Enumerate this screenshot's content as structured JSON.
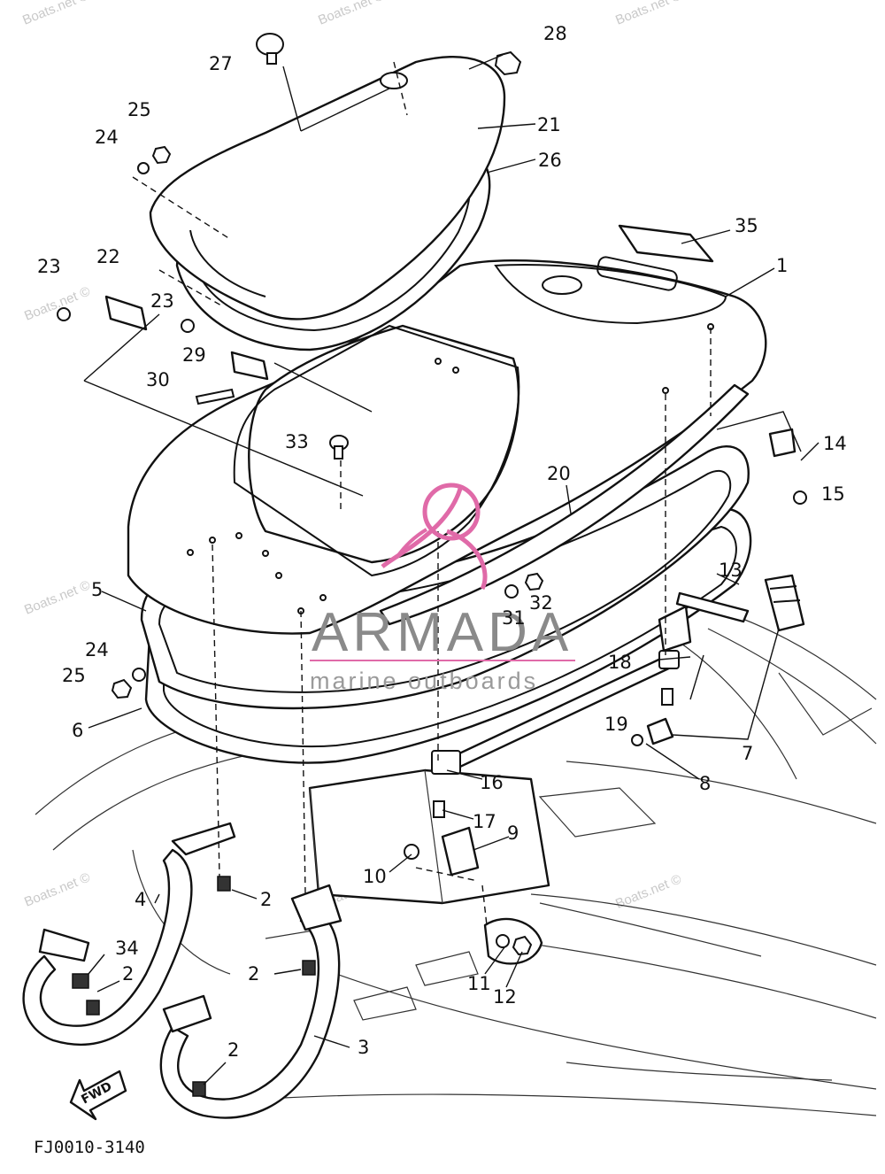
{
  "diagram": {
    "code": "FJ0010-3140",
    "fwd_label": "FWD",
    "watermark_text": "Boats.net ©",
    "logo_name": "ARMADA",
    "logo_tagline": "marine outboards",
    "colors": {
      "line": "#111111",
      "logo_pink": "#e06aa8",
      "logo_gray": "#8a8a8a",
      "watermark": "#c9c9c9"
    },
    "callouts": [
      {
        "n": "1"
      },
      {
        "n": "2"
      },
      {
        "n": "2"
      },
      {
        "n": "2"
      },
      {
        "n": "2"
      },
      {
        "n": "3"
      },
      {
        "n": "4"
      },
      {
        "n": "5"
      },
      {
        "n": "6"
      },
      {
        "n": "7"
      },
      {
        "n": "8"
      },
      {
        "n": "9"
      },
      {
        "n": "10"
      },
      {
        "n": "11"
      },
      {
        "n": "12"
      },
      {
        "n": "13"
      },
      {
        "n": "14"
      },
      {
        "n": "15"
      },
      {
        "n": "16"
      },
      {
        "n": "17"
      },
      {
        "n": "18"
      },
      {
        "n": "19"
      },
      {
        "n": "20"
      },
      {
        "n": "21"
      },
      {
        "n": "22"
      },
      {
        "n": "23"
      },
      {
        "n": "23"
      },
      {
        "n": "24"
      },
      {
        "n": "24"
      },
      {
        "n": "25"
      },
      {
        "n": "25"
      },
      {
        "n": "26"
      },
      {
        "n": "27"
      },
      {
        "n": "28"
      },
      {
        "n": "29"
      },
      {
        "n": "30"
      },
      {
        "n": "31"
      },
      {
        "n": "32"
      },
      {
        "n": "33"
      },
      {
        "n": "34"
      },
      {
        "n": "35"
      }
    ]
  }
}
